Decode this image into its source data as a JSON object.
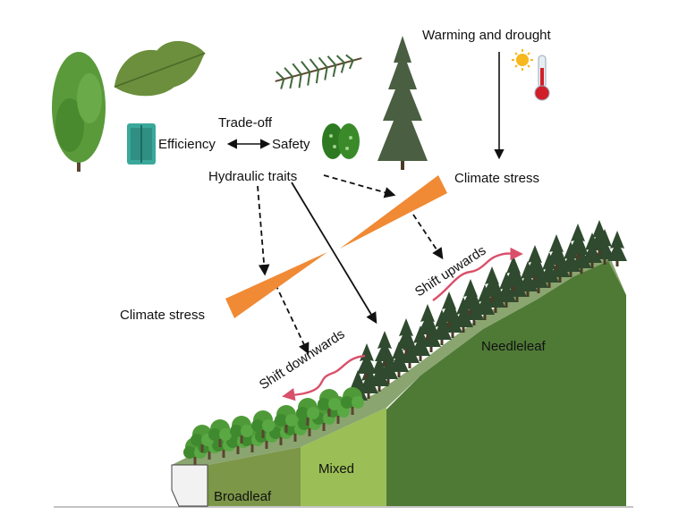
{
  "labels": {
    "warming": "Warming and drought",
    "trade_off": "Trade-off",
    "efficiency": "Efficiency",
    "safety": "Safety",
    "hydraulic": "Hydraulic traits",
    "climate_stress_right": "Climate stress",
    "climate_stress_left": "Climate stress",
    "shift_up": "Shift upwards",
    "shift_down": "Shift downwards",
    "needleleaf": "Needleleaf",
    "mixed": "Mixed",
    "broadleaf": "Broadleaf"
  },
  "icons": [
    "broadleaf-tree-icon",
    "oak-leaf-icon",
    "xylem-vessel-icon",
    "pit-membrane-icon",
    "conifer-branch-icon",
    "conifer-tree-icon",
    "sun-icon",
    "thermometer-icon"
  ],
  "colors": {
    "wedge": "#f08a34",
    "shift_arrow": "#d9506a",
    "needleleaf_zone": "#4f7a36",
    "mixed_zone": "#9bbf56",
    "broadleaf_zone": "#7c9748",
    "slope_shade": "#8aa570"
  }
}
